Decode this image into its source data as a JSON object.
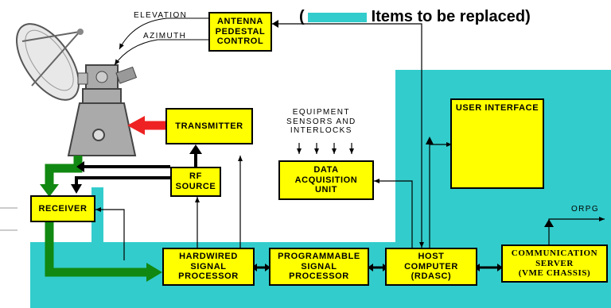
{
  "legend": {
    "open": "(",
    "text": "Items to be replaced)",
    "swatch_color": "#33cccc"
  },
  "labels": {
    "elevation": "ELEVATION",
    "azimuth": "AZIMUTH",
    "equipment": "EQUIPMENT\nSENSORS AND\nINTERLOCKS",
    "orpg": "ORPG"
  },
  "blocks": {
    "antenna_pedestal_control": "ANTENNA\nPEDESTAL\nCONTROL",
    "transmitter": "TRANSMITTER",
    "rf_source": "RF\nSOURCE",
    "receiver": "RECEIVER",
    "data_acquisition_unit": "DATA\nACQUISITION\nUNIT",
    "user_interface": "USER INTERFACE",
    "hardwired_signal_processor": "HARDWIRED\nSIGNAL\nPROCESSOR",
    "programmable_signal_processor": "PROGRAMMABLE\nSIGNAL\nPROCESSOR",
    "host_computer": "HOST\nCOMPUTER\n(RDASC)",
    "communication_server": "COMMUNICATION\nSERVER\n(VME CHASSIS)"
  },
  "colors": {
    "replace_region": "#33cccc",
    "block_fill": "#ffff00",
    "rf_path": "#ee2222",
    "signal_path": "#118811"
  }
}
